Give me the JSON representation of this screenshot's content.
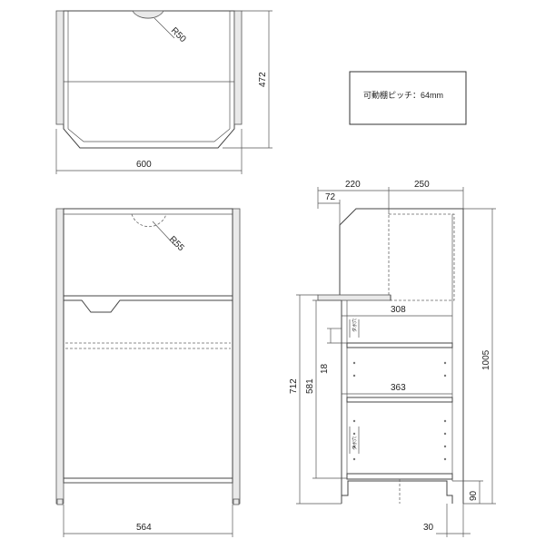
{
  "note": {
    "text": "可動棚ピッチ：64mm"
  },
  "top_view": {
    "radius_label": "R50",
    "width_label": "600",
    "depth_label": "472"
  },
  "front_view": {
    "radius_label": "R55",
    "width_label": "564"
  },
  "side_view": {
    "dim_220": "220",
    "dim_250": "250",
    "dim_72": "72",
    "dim_308": "308",
    "dim_363": "363",
    "dim_712": "712",
    "dim_581": "581",
    "dim_18": "18",
    "dim_1005": "1005",
    "dim_90": "90",
    "dim_30": "30",
    "shelf_mark_text": "ダボ穴"
  }
}
